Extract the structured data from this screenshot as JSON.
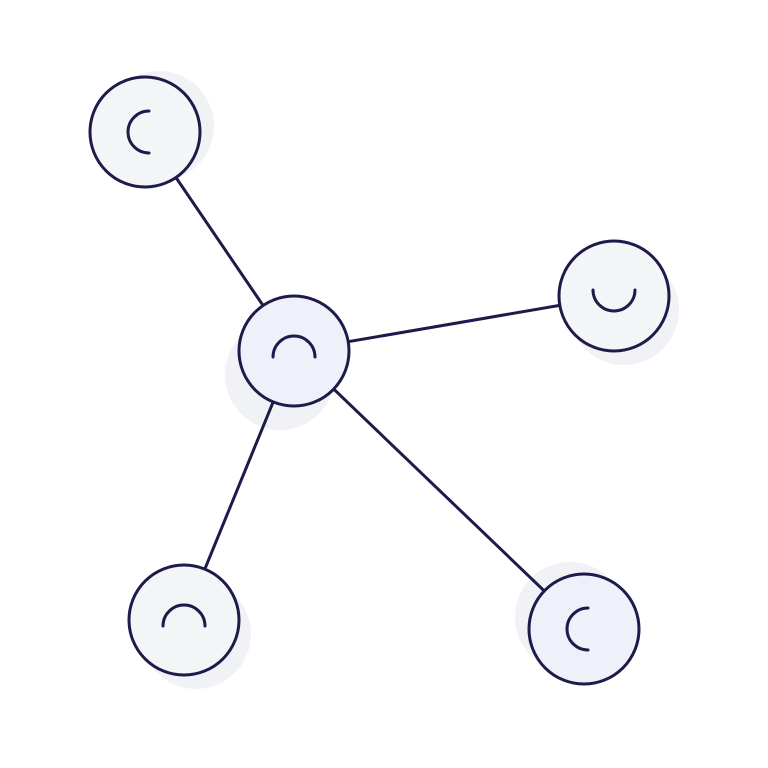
{
  "diagram": {
    "type": "network-graph",
    "hub": "node-center",
    "nodes": [
      {
        "id": "node-center",
        "icon": "arc-up-icon",
        "fill": "#eef1fa"
      },
      {
        "id": "node-top-left",
        "icon": "arc-left-icon",
        "fill": "#f4f5f7"
      },
      {
        "id": "node-right",
        "icon": "arc-down-icon",
        "fill": "#f4f5f7"
      },
      {
        "id": "node-bottom-left",
        "icon": "arc-up-icon",
        "fill": "#f4f5f7"
      },
      {
        "id": "node-bottom-right",
        "icon": "arc-left-icon",
        "fill": "#eef1fa"
      }
    ],
    "edges": [
      {
        "from": "node-center",
        "to": "node-top-left"
      },
      {
        "from": "node-center",
        "to": "node-right"
      },
      {
        "from": "node-center",
        "to": "node-bottom-left"
      },
      {
        "from": "node-center",
        "to": "node-bottom-right"
      }
    ],
    "colors": {
      "stroke": "#1e1b4b",
      "background": "#ffffff",
      "halo": "#f1f2f6"
    }
  }
}
